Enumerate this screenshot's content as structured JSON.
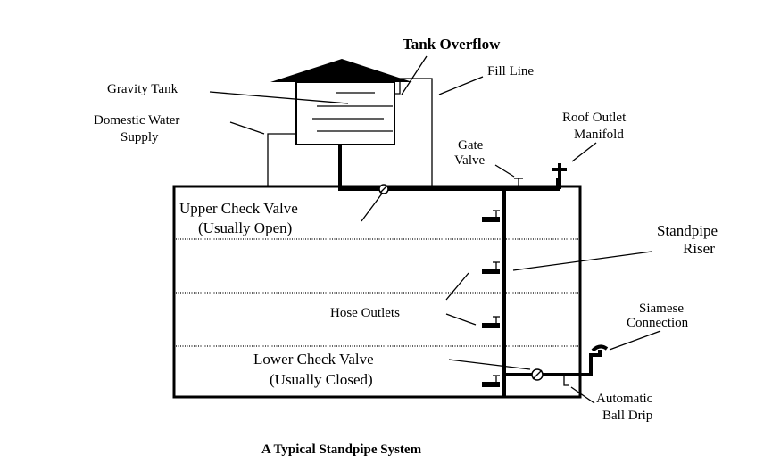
{
  "labels": {
    "tank_overflow": "Tank Overflow",
    "fill_line": "Fill Line",
    "gravity_tank": "Gravity Tank",
    "domestic_water_1": "Domestic Water",
    "domestic_water_2": "Supply",
    "roof_outlet_1": "Roof Outlet",
    "roof_outlet_2": "Manifold",
    "gate_valve_1": "Gate",
    "gate_valve_2": "Valve",
    "upper_check_1": "Upper Check Valve",
    "upper_check_2": "(Usually Open)",
    "standpipe_1": "Standpipe",
    "standpipe_2": "Riser",
    "hose_outlets": "Hose Outlets",
    "siamese_1": "Siamese",
    "siamese_2": "Connection",
    "lower_check_1": "Lower Check Valve",
    "lower_check_2": "(Usually Closed)",
    "ball_drip_1": "Automatic",
    "ball_drip_2": "Ball Drip"
  },
  "caption": "A Typical Standpipe System"
}
